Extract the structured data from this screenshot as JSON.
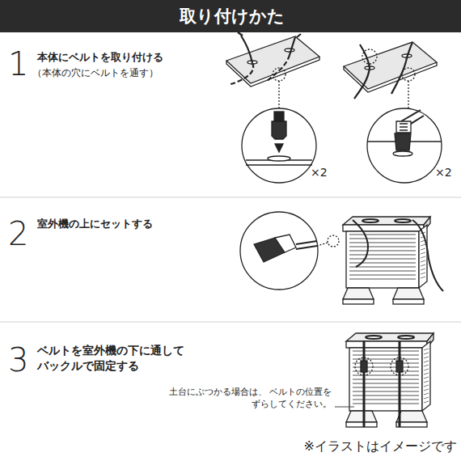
{
  "diagram": {
    "title": "取り付けかた",
    "caption": "※イラストはイメージです",
    "labels": [
      "1",
      "本体にベルトを取り付ける",
      "（本体の穴にベルトを通す）",
      "×2",
      "×2",
      "2",
      "室外機の上にセットする",
      "3",
      "ベルトを室外機の下に通して バックルで固定する",
      "土台にぶつかる場合は、 ベルトの位置をずらしてください。"
    ]
  }
}
